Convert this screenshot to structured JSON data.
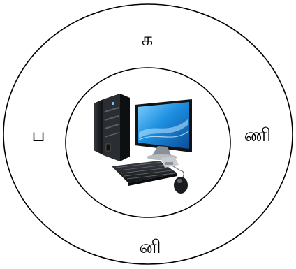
{
  "diagram": {
    "syllables": {
      "top": "க",
      "left": "ப",
      "right": "ணி",
      "bottom": "னி"
    },
    "center_image": "desktop-computer",
    "colors": {
      "stroke": "#000000",
      "background": "#ffffff"
    }
  }
}
